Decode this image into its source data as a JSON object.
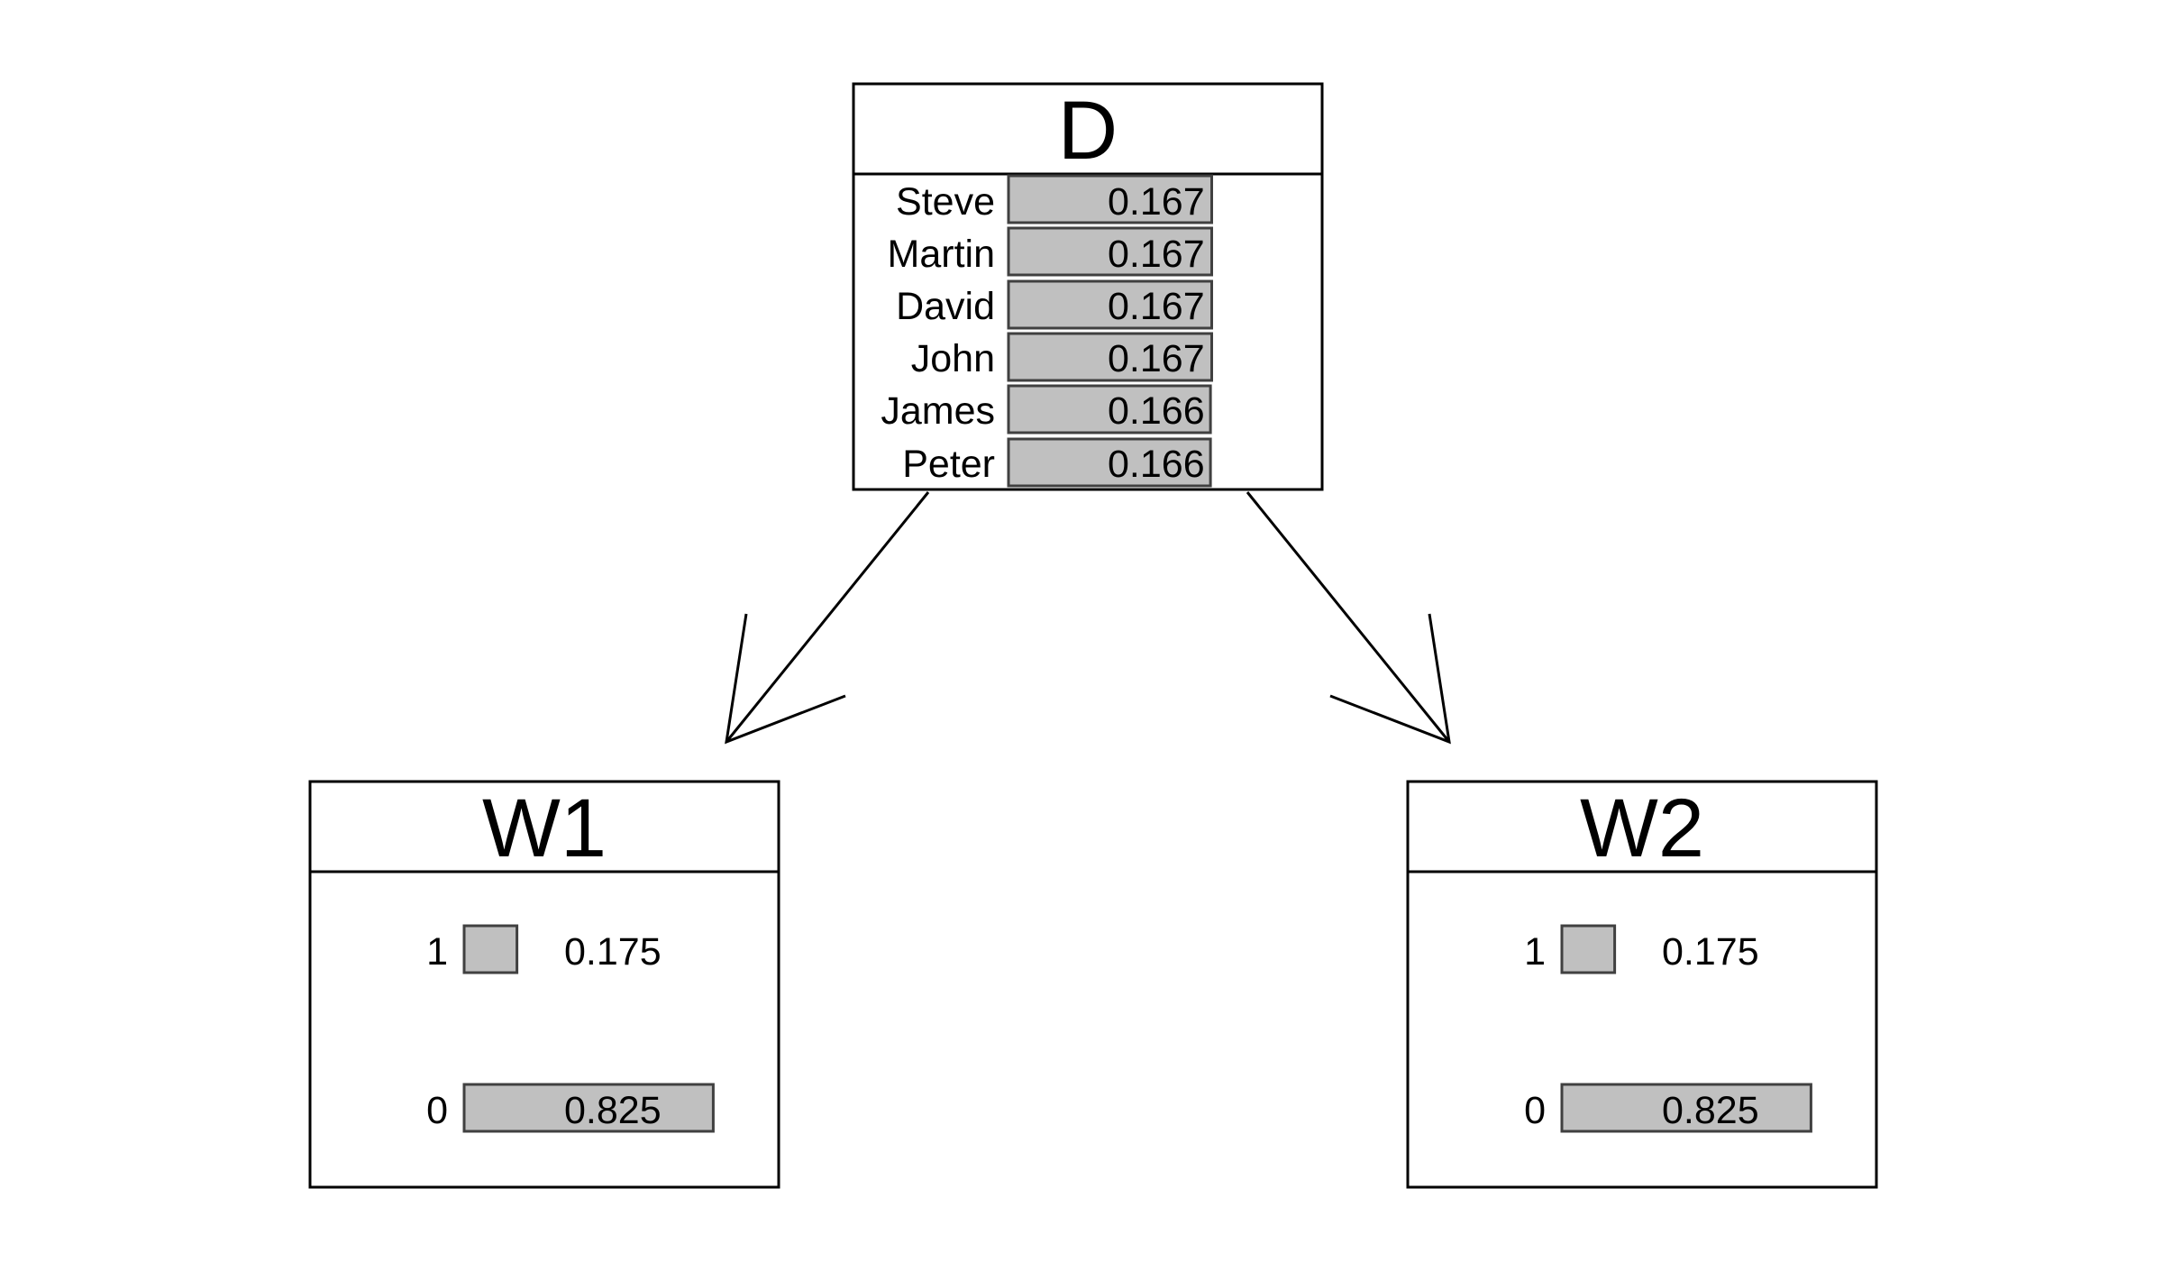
{
  "diagram": {
    "nodes": [
      {
        "id": "D",
        "title": "D",
        "states": [
          {
            "label": "Steve",
            "prob": 0.167,
            "prob_text": "0.167"
          },
          {
            "label": "Martin",
            "prob": 0.167,
            "prob_text": "0.167"
          },
          {
            "label": "David",
            "prob": 0.167,
            "prob_text": "0.167"
          },
          {
            "label": "John",
            "prob": 0.167,
            "prob_text": "0.167"
          },
          {
            "label": "James",
            "prob": 0.166,
            "prob_text": "0.166"
          },
          {
            "label": "Peter",
            "prob": 0.166,
            "prob_text": "0.166"
          }
        ]
      },
      {
        "id": "W1",
        "title": "W1",
        "states": [
          {
            "label": "1",
            "prob": 0.175,
            "prob_text": "0.175"
          },
          {
            "label": "0",
            "prob": 0.825,
            "prob_text": "0.825"
          }
        ]
      },
      {
        "id": "W2",
        "title": "W2",
        "states": [
          {
            "label": "1",
            "prob": 0.175,
            "prob_text": "0.175"
          },
          {
            "label": "0",
            "prob": 0.825,
            "prob_text": "0.825"
          }
        ]
      }
    ],
    "edges": [
      {
        "from": "D",
        "to": "W1"
      },
      {
        "from": "D",
        "to": "W2"
      }
    ],
    "colors": {
      "bar_fill": "#c0c0c0",
      "bar_stroke": "#404040",
      "line": "#000000",
      "background": "#ffffff"
    }
  }
}
